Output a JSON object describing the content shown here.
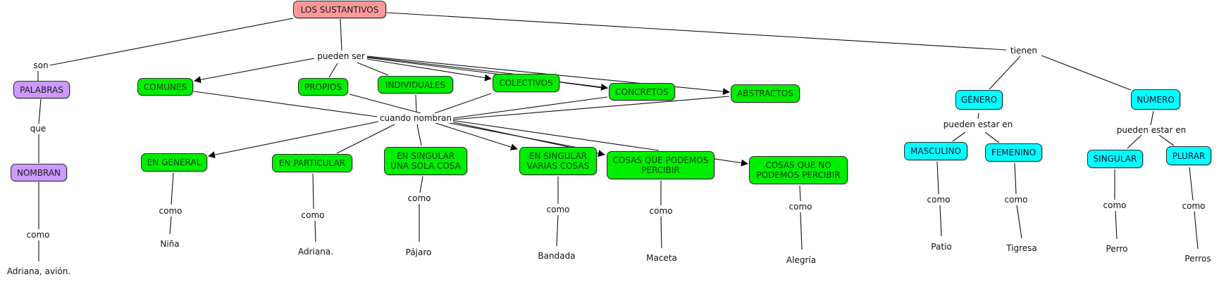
{
  "map": {
    "root": "LOS SUSTANTIVOS",
    "left_branch": {
      "link_son": "son",
      "palabras": "PALABRAS",
      "link_que": "que",
      "nombran": "NOMBRAN",
      "link_como": "como",
      "example": "Adriana, avión."
    },
    "middle_branch": {
      "link_pueden_ser": "pueden ser",
      "types": [
        "COMUNES",
        "PROPIOS",
        "INDIVIDUALES",
        "COLECTIVOS",
        "CONCRETOS",
        "ABSTRACTOS"
      ],
      "link_cuando_nombran": "cuando nombran",
      "meanings": [
        {
          "label": "EN GENERAL",
          "link": "como",
          "example": "Niña"
        },
        {
          "label": "EN PARTICULAR",
          "link": "como",
          "example": "Adriana."
        },
        {
          "label": "EN SINGULAR\nUNA SOLA COSA",
          "link": "como",
          "example": "Pájaro"
        },
        {
          "label": "EN SINGULAR\nVARIAS COSAS",
          "link": "como",
          "example": "Bandada"
        },
        {
          "label": "COSAS QUE PODEMOS\nPERCIBIR",
          "link": "como",
          "example": "Maceta"
        },
        {
          "label": "COSAS QUE NO\nPODEMOS PERCIBIR",
          "link": "como",
          "example": "Alegría"
        }
      ]
    },
    "right_branch": {
      "link_tienen": "tienen",
      "genero": {
        "label": "GÉNERO",
        "link": "pueden estar en",
        "children": [
          {
            "label": "MASCULINO",
            "link": "como",
            "example": "Patio"
          },
          {
            "label": "FEMENINO",
            "link": "como",
            "example": "Tigresa"
          }
        ]
      },
      "numero": {
        "label": "NÚMERO",
        "link": "pueden estar en",
        "children": [
          {
            "label": "SINGULAR",
            "link": "como",
            "example": "Perro"
          },
          {
            "label": "PLURAR",
            "link": "como",
            "example": "Perros"
          }
        ]
      }
    }
  },
  "colors": {
    "root": "#ff9999",
    "left": "#cc99ff",
    "middle": "#00ee00",
    "right": "#00ffff"
  }
}
